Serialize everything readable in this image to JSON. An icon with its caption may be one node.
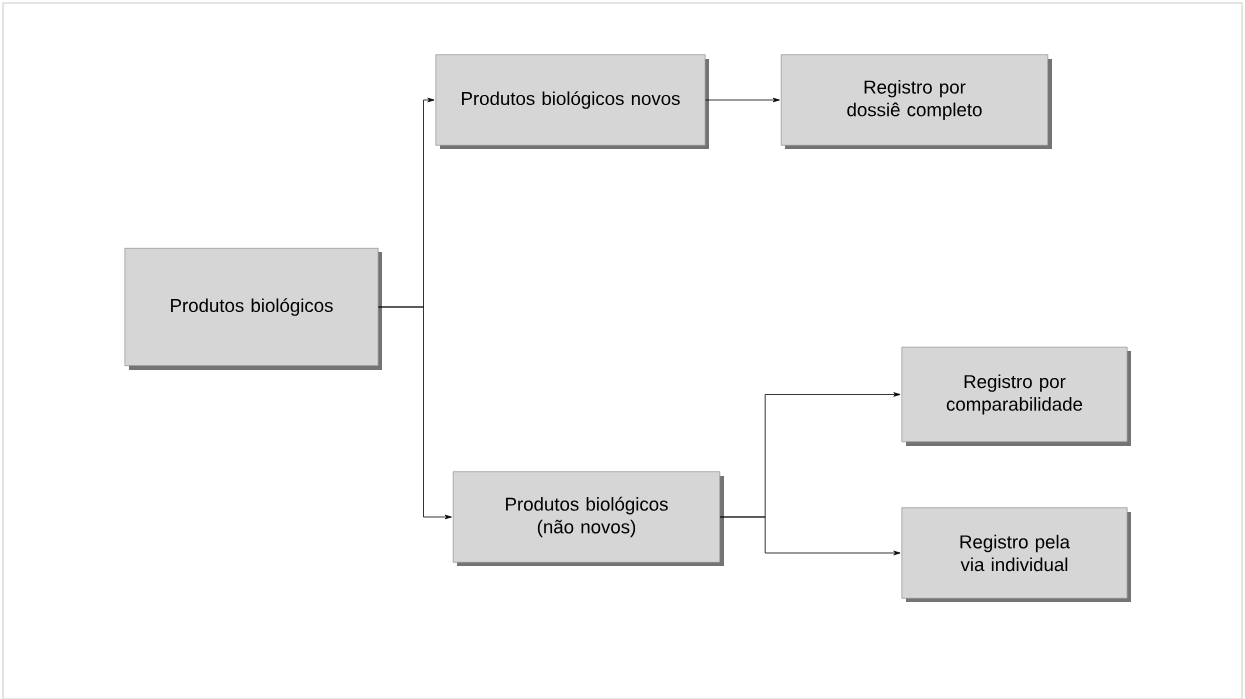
{
  "diagram": {
    "nodes": [
      {
        "text": [
          "Produtos biológicos"
        ]
      },
      {
        "text": [
          "Produtos biológicos novos"
        ]
      },
      {
        "text": [
          "Registro por dossiê completo"
        ]
      },
      {
        "text": [
          "Produtos biológicos (não novos)"
        ]
      },
      {
        "text": [
          "Registro por comparabilidade"
        ]
      },
      {
        "text": [
          "Registro pela via individual"
        ]
      }
    ],
    "edges": [
      {
        "from": 0,
        "to": 1,
        "arrow": "to"
      },
      {
        "from": 1,
        "to": 2,
        "arrow": "to"
      },
      {
        "from": 0,
        "to": 3,
        "arrow": "to"
      },
      {
        "from": 3,
        "to": 4,
        "arrow": "to"
      },
      {
        "from": 3,
        "to": 5,
        "arrow": "to"
      }
    ]
  }
}
